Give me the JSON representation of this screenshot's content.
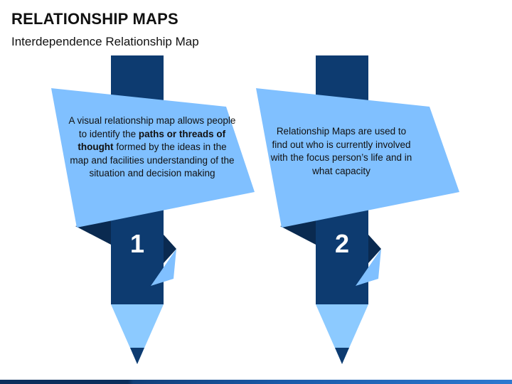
{
  "header": {
    "title": "RELATIONSHIP MAPS",
    "subtitle": "Interdependence Relationship Map"
  },
  "colors": {
    "pencil_dark": "#0d3b70",
    "banner_light": "#80c0ff",
    "tip_light": "#8ccaff",
    "fold_shadow": "#0a2a50"
  },
  "cards": [
    {
      "number": "1",
      "text_before": "A visual relationship map allows people to identify the ",
      "text_bold": "paths or threads of thought",
      "text_after": " formed by the ideas in the map and facilities understanding of the situation and decision making"
    },
    {
      "number": "2",
      "text": "Relationship Maps are used to find out who is currently involved with the focus person’s life and in what capacity"
    }
  ]
}
